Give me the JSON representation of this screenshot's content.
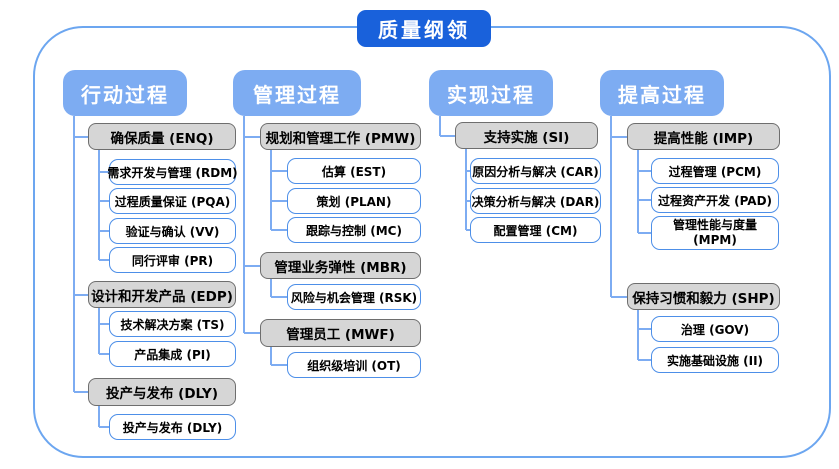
{
  "title": "质量纲领",
  "colors": {
    "title_bg": "#1961db",
    "header_bg": "#7dacf2",
    "header_text": "#ffffff",
    "frame_border": "#6ca6f0",
    "connector_line": "#7dacf2",
    "gray_fill": "#d6d6d6",
    "gray_border": "#6e6e6e",
    "white_box_border": "#4d8fe8",
    "box_text": "#000000"
  },
  "columns": [
    {
      "header": "行动过程",
      "nodes": [
        {
          "label": "确保质量 (ENQ)",
          "children": [
            {
              "label": "需求开发与管理 (RDM)"
            },
            {
              "label": "过程质量保证 (PQA)"
            },
            {
              "label": "验证与确认 (VV)"
            },
            {
              "label": "同行评审 (PR)"
            }
          ]
        },
        {
          "label": "设计和开发产品 (EDP)",
          "children": [
            {
              "label": "技术解决方案 (TS)"
            },
            {
              "label": "产品集成 (PI)"
            }
          ]
        },
        {
          "label": "投产与发布 (DLY)",
          "children": [
            {
              "label": "投产与发布 (DLY)"
            }
          ]
        }
      ]
    },
    {
      "header": "管理过程",
      "nodes": [
        {
          "label": "规划和管理工作 (PMW)",
          "children": [
            {
              "label": "估算 (EST)"
            },
            {
              "label": "策划 (PLAN)"
            },
            {
              "label": "跟踪与控制 (MC)"
            }
          ]
        },
        {
          "label": "管理业务弹性 (MBR)",
          "children": [
            {
              "label": "风险与机会管理 (RSK)"
            }
          ]
        },
        {
          "label": "管理员工 (MWF)",
          "children": [
            {
              "label": "组织级培训 (OT)"
            }
          ]
        }
      ]
    },
    {
      "header": "实现过程",
      "nodes": [
        {
          "label": "支持实施 (SI)",
          "children": [
            {
              "label": "原因分析与解决 (CAR)"
            },
            {
              "label": "决策分析与解决 (DAR)"
            },
            {
              "label": "配置管理 (CM)"
            }
          ]
        }
      ]
    },
    {
      "header": "提高过程",
      "nodes": [
        {
          "label": "提高性能 (IMP)",
          "children": [
            {
              "label": "过程管理 (PCM)"
            },
            {
              "label": "过程资产开发 (PAD)"
            },
            {
              "label": "管理性能与度量 (MPM)"
            }
          ]
        },
        {
          "label": "保持习惯和毅力 (SHP)",
          "children": [
            {
              "label": "治理 (GOV)"
            },
            {
              "label": "实施基础设施 (II)"
            }
          ]
        }
      ]
    }
  ]
}
